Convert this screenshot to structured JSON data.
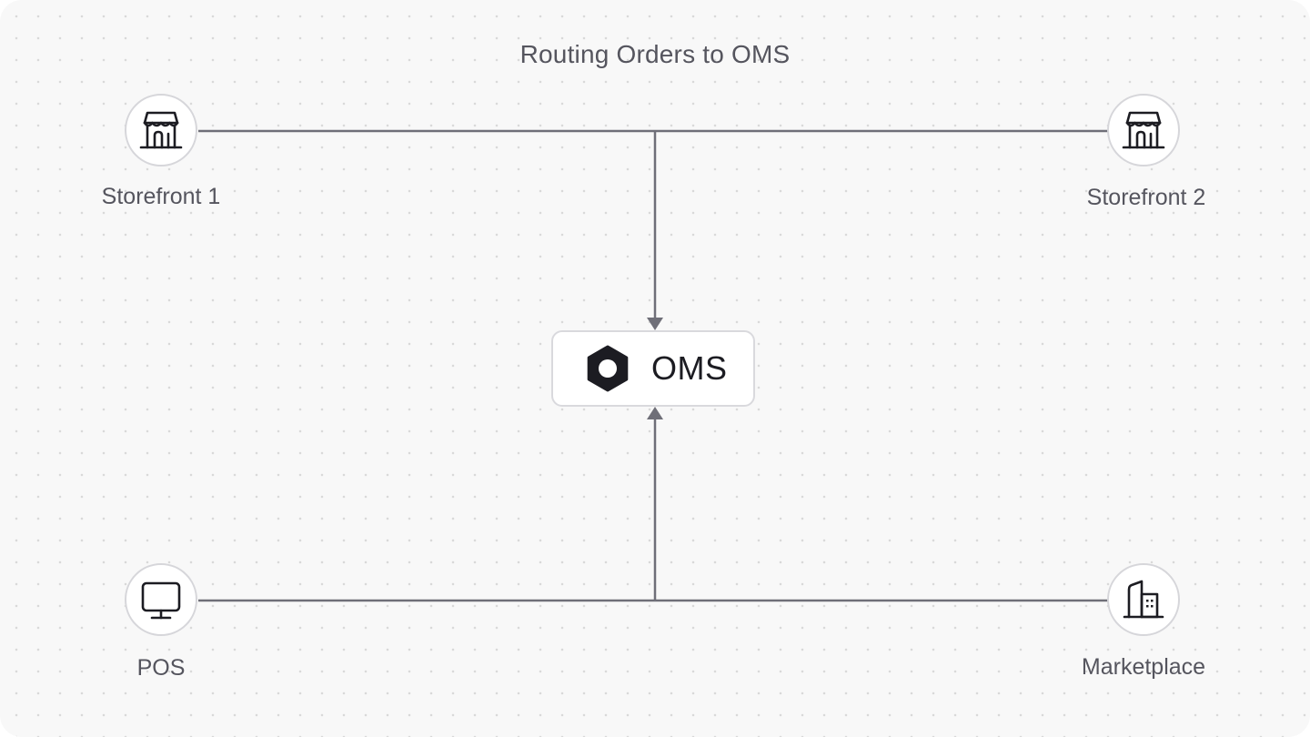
{
  "title": "Routing Orders to OMS",
  "hub": {
    "label": "OMS",
    "icon": "hexagon-logo-icon"
  },
  "sources": [
    {
      "label": "Storefront 1",
      "icon": "storefront-icon"
    },
    {
      "label": "Storefront 2",
      "icon": "storefront-icon"
    },
    {
      "label": "POS",
      "icon": "monitor-icon"
    },
    {
      "label": "Marketplace",
      "icon": "building-icon"
    }
  ],
  "colors": {
    "connector": "#6f6f78",
    "node_border": "#d6d6da",
    "icon": "#1c1c22",
    "label_text": "#55555e",
    "background": "#f8f8f8"
  }
}
